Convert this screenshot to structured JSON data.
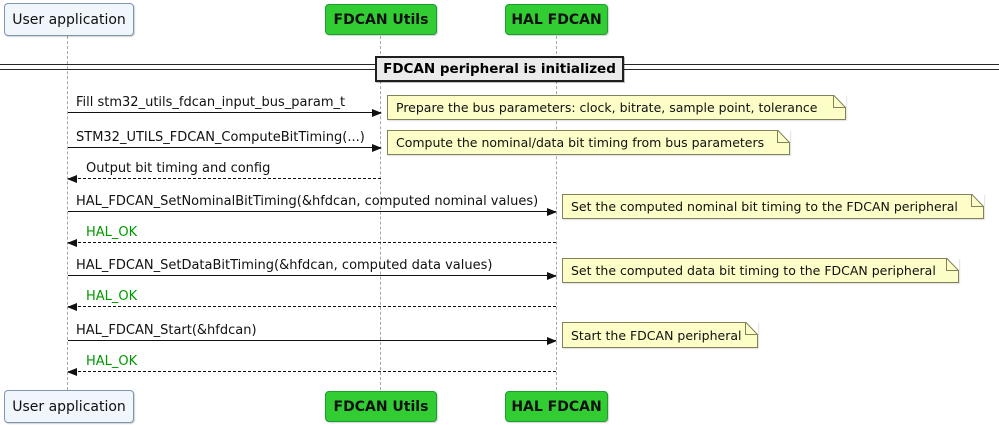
{
  "diagram": {
    "divider_label": "FDCAN peripheral is initialized"
  },
  "participants": [
    {
      "name": "User application",
      "kind": "user"
    },
    {
      "name": "FDCAN Utils",
      "kind": "module"
    },
    {
      "name": "HAL FDCAN",
      "kind": "module"
    }
  ],
  "messages": [
    {
      "label": "Fill stm32_utils_fdcan_input_bus_param_t",
      "from": "User application",
      "to": "FDCAN Utils",
      "style": "solid"
    },
    {
      "label": "STM32_UTILS_FDCAN_ComputeBitTiming(...)",
      "from": "User application",
      "to": "FDCAN Utils",
      "style": "solid"
    },
    {
      "label": "Output bit timing and config",
      "from": "FDCAN Utils",
      "to": "User application",
      "style": "dashed-return"
    },
    {
      "label": "HAL_FDCAN_SetNominalBitTiming(&hfdcan, computed nominal values)",
      "from": "User application",
      "to": "HAL FDCAN",
      "style": "solid"
    },
    {
      "label": "HAL_OK",
      "from": "HAL FDCAN",
      "to": "User application",
      "style": "dashed-return",
      "status_color": "#009800"
    },
    {
      "label": "HAL_FDCAN_SetDataBitTiming(&hfdcan, computed data values)",
      "from": "User application",
      "to": "HAL FDCAN",
      "style": "solid"
    },
    {
      "label": "HAL_OK",
      "from": "HAL FDCAN",
      "to": "User application",
      "style": "dashed-return",
      "status_color": "#009800"
    },
    {
      "label": "HAL_FDCAN_Start(&hfdcan)",
      "from": "User application",
      "to": "HAL FDCAN",
      "style": "solid"
    },
    {
      "label": "HAL_OK",
      "from": "HAL FDCAN",
      "to": "User application",
      "style": "dashed-return",
      "status_color": "#009800"
    }
  ],
  "notes": [
    {
      "text": "Prepare the bus parameters: clock, bitrate, sample point, tolerance",
      "anchor": "FDCAN Utils"
    },
    {
      "text": "Compute the nominal/data bit timing from bus parameters",
      "anchor": "FDCAN Utils"
    },
    {
      "text": "Set the computed nominal bit timing to the FDCAN peripheral",
      "anchor": "HAL FDCAN"
    },
    {
      "text": "Set the computed data bit timing to the FDCAN peripheral",
      "anchor": "HAL FDCAN"
    },
    {
      "text": "Start the FDCAN peripheral",
      "anchor": "HAL FDCAN"
    }
  ],
  "colors": {
    "participant-green": "#32cd32",
    "participant-green-border": "#1b9e2f",
    "user-box-fill": "#f0f6fc",
    "user-box-border": "#7e96b2",
    "note-fill": "#fdfdc8",
    "note-border": "#82825a",
    "divider-fill": "#ebebeb",
    "ok-green": "#009800",
    "lifeline-gray": "#a6a6a6"
  }
}
